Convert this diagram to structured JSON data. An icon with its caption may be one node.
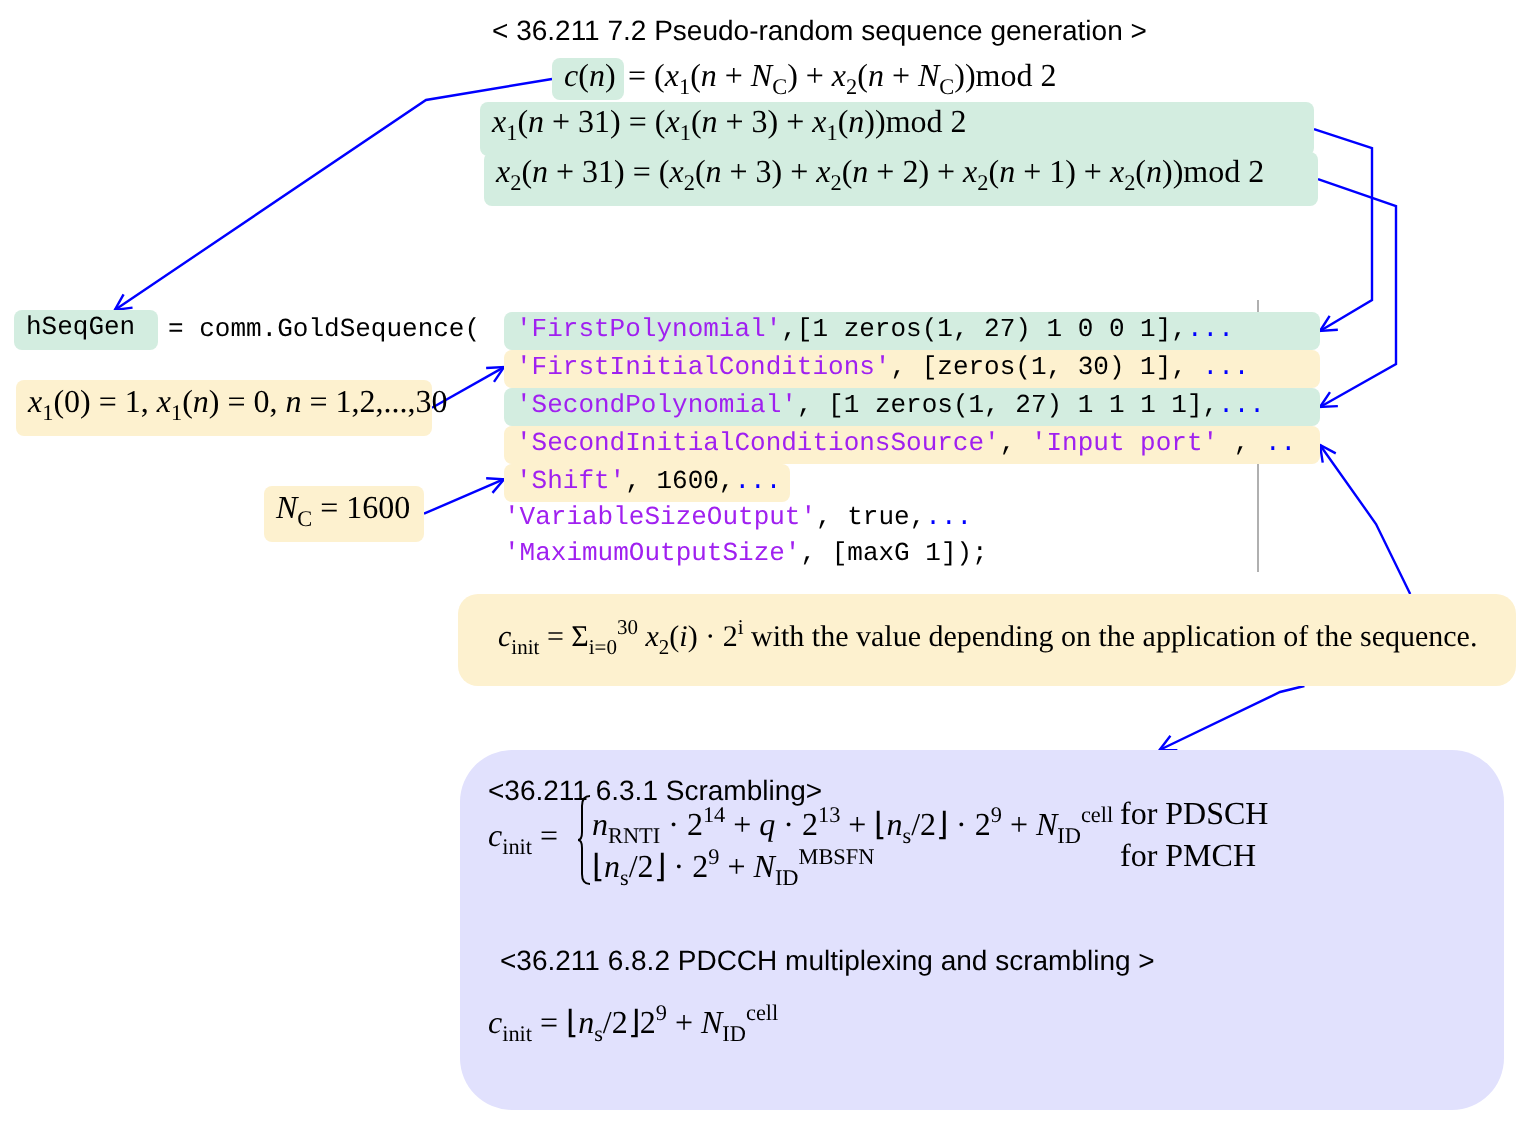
{
  "diagram": {
    "title": "< 36.211 7.2 Pseudo-random sequence generation >",
    "nodes": [
      {
        "text": [
          "*c*(*n*)"
        ]
      },
      {
        "text": [
          "*x*$_{1}$(*n* + 31) = (*x*$_{1}$(*n* + 3) + *x*$_{1}$(*n*))mod 2"
        ]
      },
      {
        "text": [
          "*x*$_{2}$(*n* + 31) = (*x*$_{2}$(*n* + 3) + *x*$_{2}$(*n* + 2) + *x*$_{2}$(*n* + 1) + *x*$_{2}$(*n*))mod 2"
        ]
      },
      {
        "text": [
          "hSeqGen"
        ]
      },
      {
        "text": [
          "'FirstPolynomial',[1 zeros(1, 27) 1 0 0 1],..."
        ]
      },
      {
        "text": [
          "'FirstInitialConditions', [zeros(1, 30) 1], ..."
        ]
      },
      {
        "text": [
          "'SecondPolynomial', [1 zeros(1, 27) 1 1 1 1],..."
        ]
      },
      {
        "text": [
          "'SecondInitialConditionsSource', 'Input port' , .."
        ]
      },
      {
        "text": [
          "'Shift', 1600,..."
        ]
      },
      {
        "text": [
          "*x*$_{1}$(0) = 1, *x*$_{1}$(*n*) = 0, *n* = 1,2,...,30"
        ]
      },
      {
        "text": [
          "*N*$_{C}$ = 1600"
        ]
      },
      {
        "text": [
          "*c*$_{init}$ = Σ$_{i=0}$$^{30}$ *x*$_{2}$(*i*) · 2$^{i}$  with the value depending on the application of the sequence."
        ]
      },
      {
        "text": [
          "<36.211 6.3.1 Scrambling>",
          "*c*$_{init}$ =",
          "*n*$_{RNTI}$ · 2$^{14}$ + *q* · 2$^{13}$ + ⌊*n*$_{s}$/2⌋ · 2$^{9}$ + *N*$_{ID}$$^{cell}$",
          "for PDSCH",
          "⌊*n*$_{s}$/2⌋ · 2$^{9}$ + *N*$_{ID}$$^{MBSFN}$",
          "for PMCH",
          "<36.211 6.8.2 PDCCH multiplexing and scrambling >",
          "*c*$_{init}$ = ⌊*n*$_{s}$/2⌋2$^{9}$ + *N*$_{ID}$$^{cell}$"
        ]
      }
    ],
    "edges": [
      {
        "from": 0,
        "to": 3,
        "arrow": "to"
      },
      {
        "from": 1,
        "to": 4,
        "arrow": "to"
      },
      {
        "from": 2,
        "to": 6,
        "arrow": "to"
      },
      {
        "from": 9,
        "to": 5,
        "arrow": "to"
      },
      {
        "from": 10,
        "to": 8,
        "arrow": "to"
      },
      {
        "from": 11,
        "to": 7,
        "arrow": "to"
      },
      {
        "from": 11,
        "to": 12,
        "arrow": "to"
      }
    ],
    "labels": [
      "= (*x*$_{1}$(*n* + *N*$_{C}$) + *x*$_{2}$(*n* + *N*$_{C}$))mod 2",
      "= comm.GoldSequence(",
      "'VariableSizeOutput', true,...",
      "'MaximumOutputSize', [maxG 1]);"
    ]
  }
}
